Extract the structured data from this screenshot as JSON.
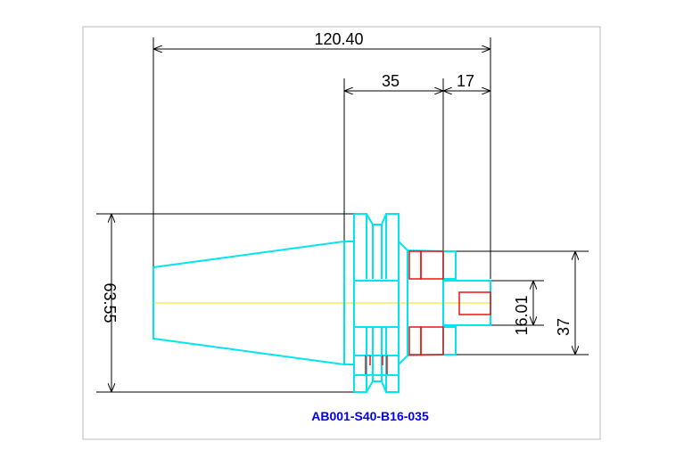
{
  "drawing": {
    "part_number": "AB001-S40-B16-035",
    "dimensions": {
      "overall_length": "120.40",
      "flange_to_face": "35",
      "nose_length": "17",
      "flange_diameter": "63.55",
      "bore_diameter": "16.01",
      "nose_diameter": "37"
    },
    "colors": {
      "outline": "#00e5ee",
      "hidden": "#ee1111",
      "centerline": "#f0e000",
      "dimension": "#000000",
      "title": "#0000e0"
    }
  }
}
